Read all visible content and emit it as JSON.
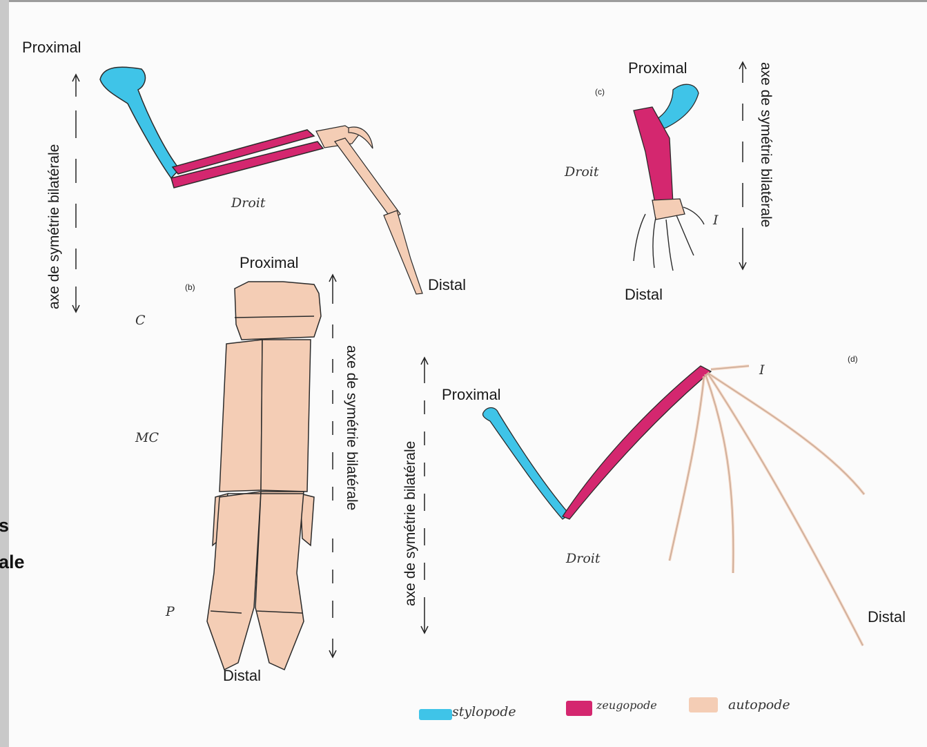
{
  "colors": {
    "stylopode": "#3fc4e8",
    "zeugopode": "#d4276f",
    "autopode": "#f4cdb5",
    "outline": "#2a2a2a"
  },
  "panel_a": {
    "proximal": "Proximal",
    "distal": "Distal",
    "droit": "Droit",
    "axis": "axe de symétrie bilatérale"
  },
  "panel_b": {
    "tag": "(b)",
    "proximal": "Proximal",
    "distal": "Distal",
    "axis": "axe de symétrie bilatérale",
    "side_labels": [
      "C",
      "MC",
      "P"
    ]
  },
  "panel_c": {
    "tag": "(c)",
    "proximal": "Proximal",
    "distal": "Distal",
    "droit": "Droit",
    "digit": "I",
    "axis": "axe de symétrie bilatérale"
  },
  "panel_d": {
    "tag": "(d)",
    "proximal": "Proximal",
    "distal": "Distal",
    "droit": "Droit",
    "digit": "I",
    "axis": "axe de symétrie bilatérale"
  },
  "left_fragment": [
    "s",
    "ale"
  ],
  "legend": [
    {
      "label": "stylopode",
      "color_key": "stylopode"
    },
    {
      "label": "zeugopode",
      "color_key": "zeugopode"
    },
    {
      "label": "autopode",
      "color_key": "autopode"
    }
  ]
}
